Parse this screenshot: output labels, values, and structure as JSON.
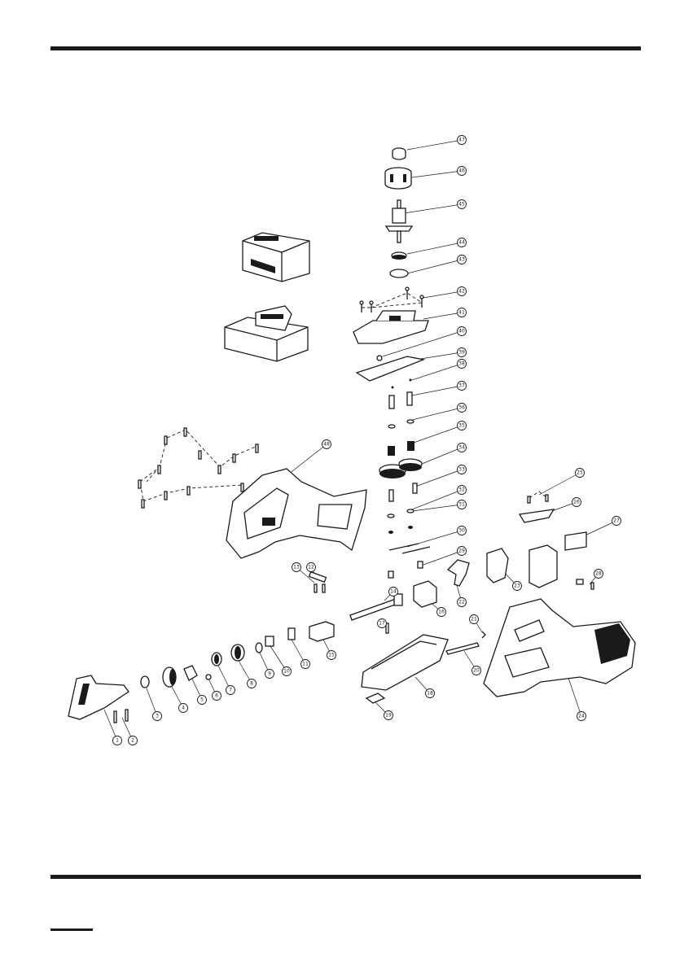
{
  "document": {
    "title": "",
    "page_number": ""
  },
  "diagram": {
    "type": "exploded parts view",
    "callouts": [
      "1",
      "2",
      "3",
      "4",
      "5",
      "6",
      "7",
      "8",
      "9",
      "10",
      "11",
      "12",
      "13",
      "14",
      "15",
      "16",
      "17",
      "18",
      "19",
      "20",
      "21",
      "22",
      "23",
      "24",
      "25",
      "26",
      "27",
      "28",
      "29",
      "30",
      "31",
      "32",
      "33",
      "34",
      "35",
      "36",
      "37",
      "38",
      "39",
      "40",
      "41",
      "42",
      "43",
      "44",
      "45",
      "46",
      "47",
      "48"
    ]
  }
}
